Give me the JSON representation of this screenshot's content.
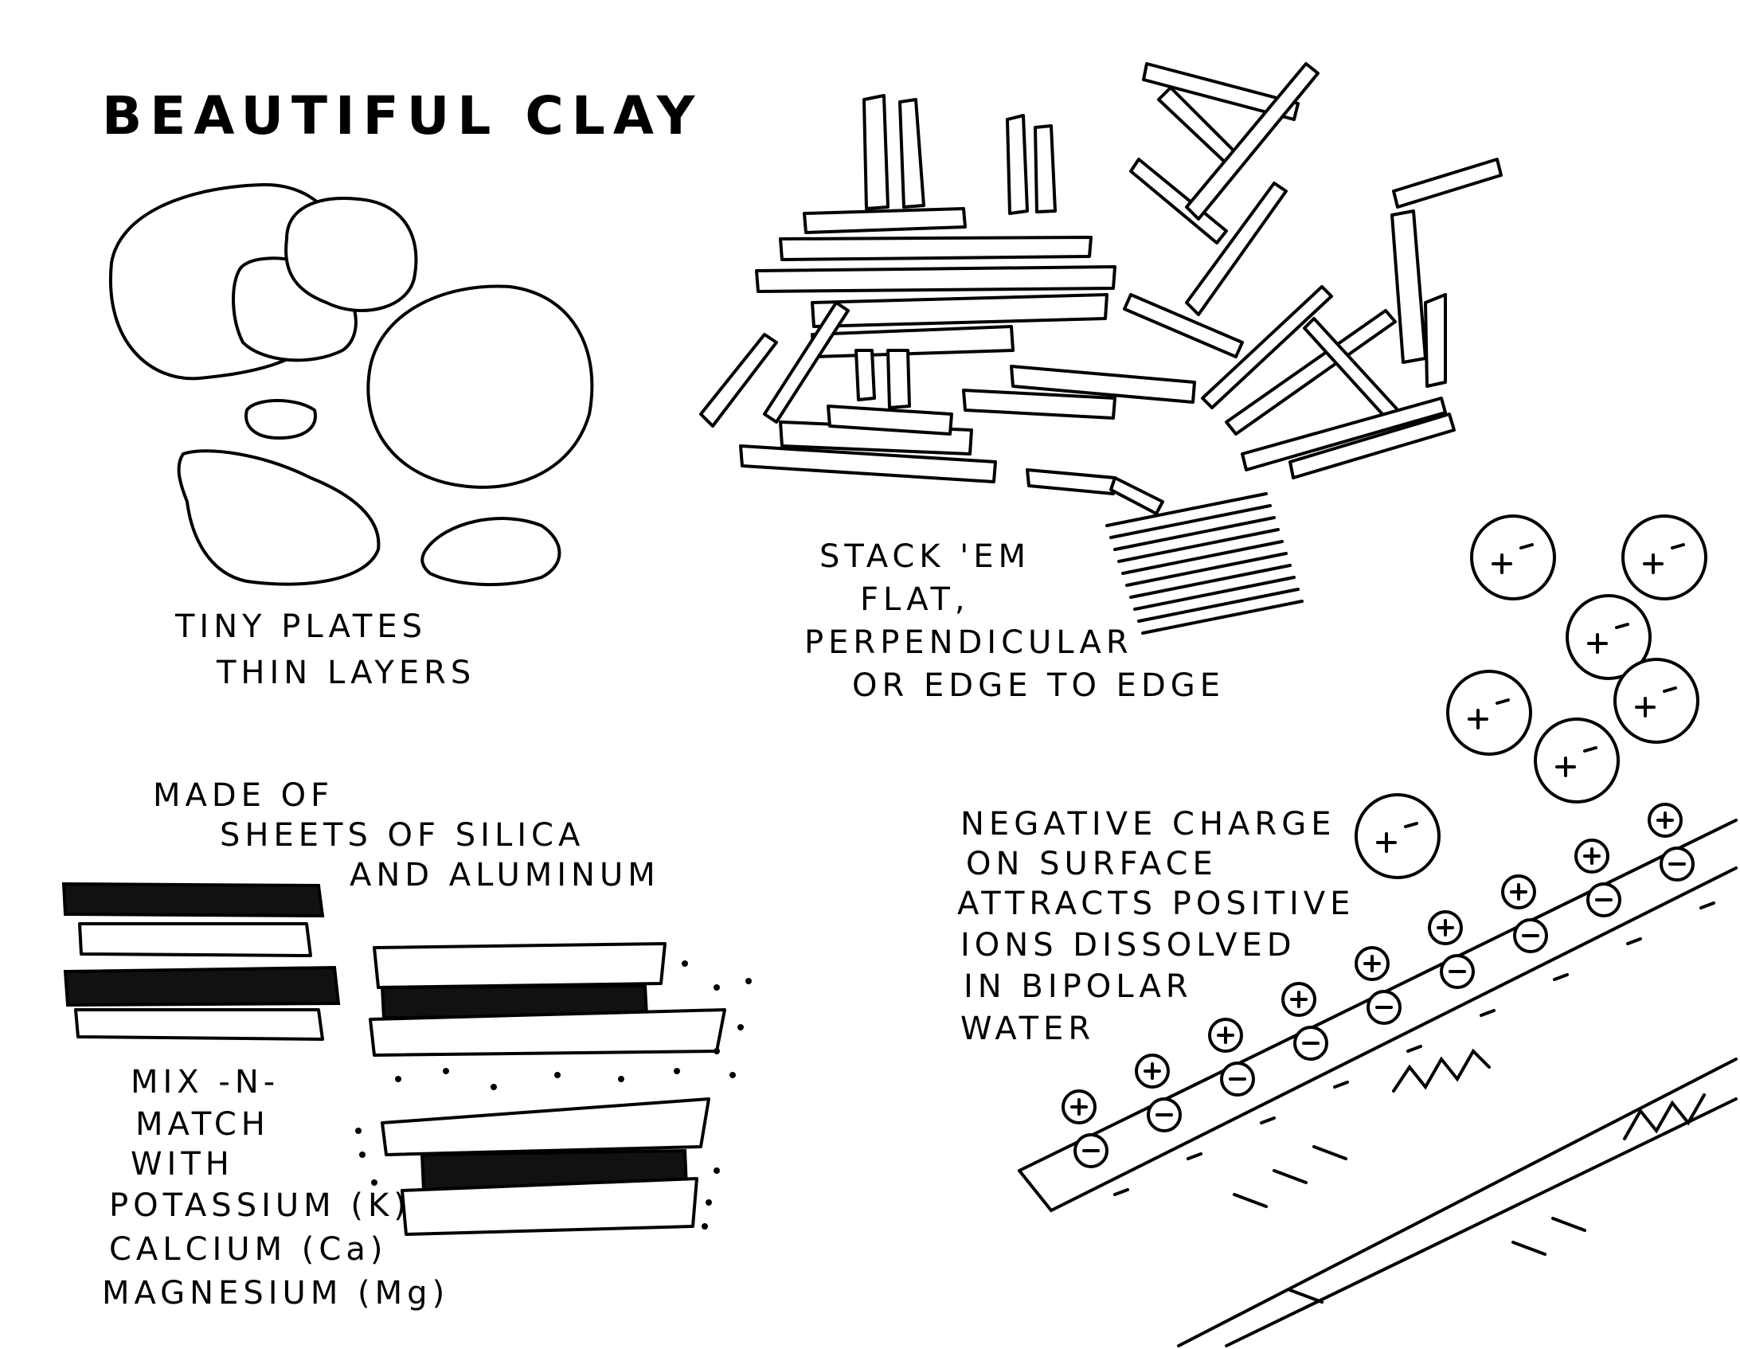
{
  "title": "BEAUTIFUL CLAY",
  "plates_caption": [
    "TINY PLATES",
    "THIN LAYERS"
  ],
  "stack_caption": [
    "STACK 'EM",
    "FLAT,",
    "PERPENDICULAR",
    "OR EDGE TO EDGE"
  ],
  "sheets_caption": [
    "MADE OF",
    "SHEETS OF SILICA",
    "AND ALUMINUM"
  ],
  "mix_caption": [
    "MIX -N-",
    "MATCH",
    "WITH",
    "POTASSIUM (K)",
    "CALCIUM (Ca)",
    "MAGNESIUM (Mg)"
  ],
  "charge_caption": [
    "NEGATIVE CHARGE",
    "ON SURFACE",
    "ATTRACTS POSITIVE",
    "IONS DISSOLVED",
    "IN BIPOLAR",
    "WATER"
  ]
}
